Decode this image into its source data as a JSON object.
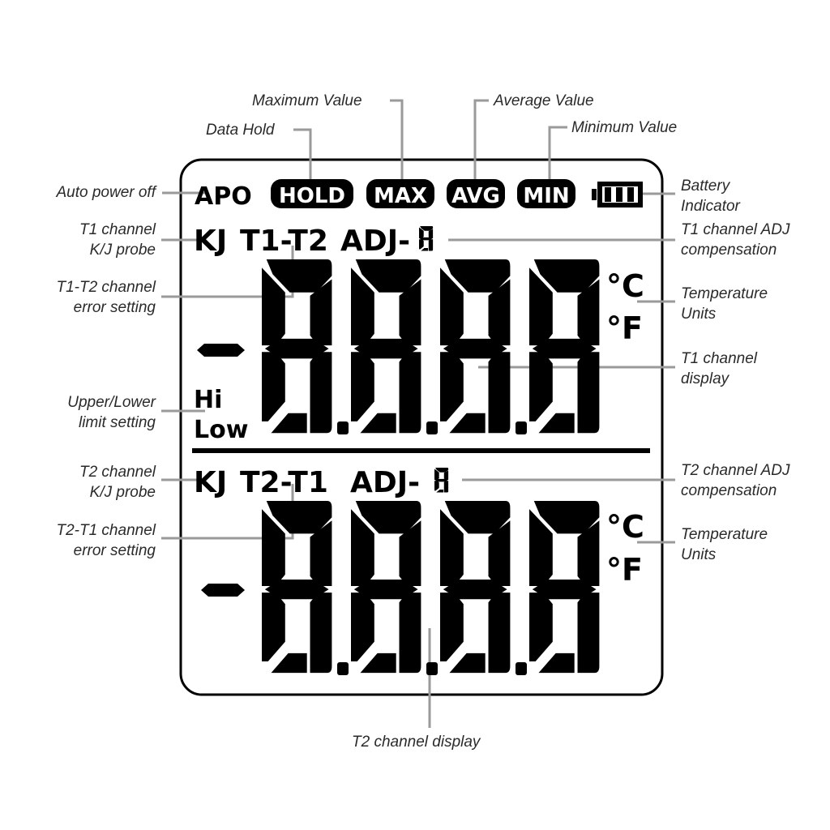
{
  "diagram": {
    "title": "Thermometer LCD display legend",
    "colors": {
      "lcd_segment": "#000000",
      "leader_line": "#999999",
      "label_text": "#2a2a2a",
      "background": "#ffffff"
    },
    "lcd": {
      "top_row": {
        "apo": "APO",
        "hold": "HOLD",
        "max": "MAX",
        "avg": "AVG",
        "min": "MIN",
        "battery_icon": "battery-full-icon"
      },
      "t1_row": {
        "probe": "KJ",
        "channel": "T1-T2",
        "adj": "ADJ-",
        "adj_digit": "8"
      },
      "t1_display": {
        "sign": "-",
        "digits": "8.8.8.8",
        "unit_c": "°C",
        "unit_f": "°F",
        "hi": "Hi",
        "low": "Low"
      },
      "t2_row": {
        "probe": "KJ",
        "channel": "T2-T1",
        "adj": "ADJ-",
        "adj_digit": "8"
      },
      "t2_display": {
        "sign": "-",
        "digits": "8.8.8.8",
        "unit_c": "°C",
        "unit_f": "°F"
      }
    },
    "callouts": {
      "maximum_value": "Maximum Value",
      "average_value": "Average Value",
      "data_hold": "Data Hold",
      "minimum_value": "Minimum Value",
      "auto_power_off": "Auto power off",
      "battery_indicator_1": "Battery",
      "battery_indicator_2": "Indicator",
      "t1_probe_1": "T1 channel",
      "t1_probe_2": "K/J probe",
      "t1_adj_1": "T1 channel ADJ",
      "t1_adj_2": "compensation",
      "t1t2_error_1": "T1-T2 channel",
      "t1t2_error_2": "error setting",
      "temp_units_1_a": "Temperature",
      "temp_units_1_b": "Units",
      "t1_display_1": "T1 channel",
      "t1_display_2": "display",
      "limit_1": "Upper/Lower",
      "limit_2": "limit setting",
      "t2_probe_1": "T2 channel",
      "t2_probe_2": "K/J probe",
      "t2_adj_1": "T2 channel ADJ",
      "t2_adj_2": "compensation",
      "t2t1_error_1": "T2-T1 channel",
      "t2t1_error_2": "error setting",
      "temp_units_2_a": "Temperature",
      "temp_units_2_b": "Units",
      "t2_display": "T2 channel display"
    }
  }
}
